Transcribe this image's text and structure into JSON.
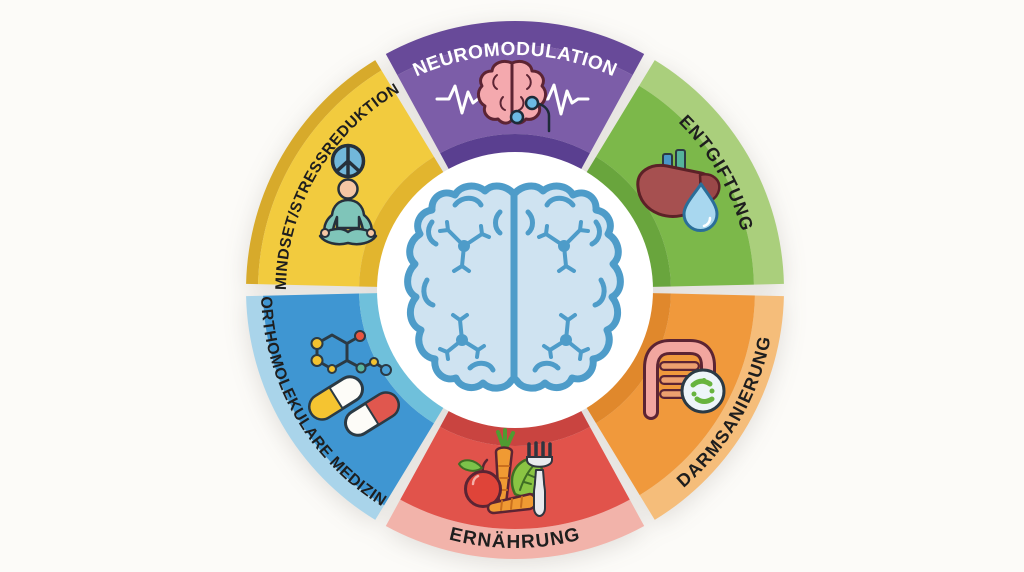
{
  "page": {
    "background": "#fcfbf8"
  },
  "diagram": {
    "type": "circular-segment-wheel",
    "center_icon": "brain-icon",
    "segments": [
      {
        "label": "NEUROMODULATION",
        "icon": "brain-stimulation-icon",
        "text_color": "#ffffff",
        "colors": {
          "outer": "#684a99",
          "main": "#7c5da8",
          "inner": "#5a3f90"
        },
        "angle_start": -30,
        "angle_end": 30,
        "text_dir": "cw",
        "text_radius": 235,
        "font_size": 19,
        "outer_band": 24
      },
      {
        "label": "ENTGIFTUNG",
        "icon": "liver-detox-icon",
        "text_color": "#1e1e1e",
        "colors": {
          "outer": "#aacf7c",
          "main": "#7cb84a",
          "inner": "#69a53d"
        },
        "angle_start": 30,
        "angle_end": 90,
        "text_dir": "cw",
        "text_radius": 234,
        "font_size": 18,
        "outer_band": 30
      },
      {
        "label": "DARMSANIERUNG",
        "icon": "gut-bacteria-icon",
        "text_color": "#1e1e1e",
        "colors": {
          "outer": "#f5bd7a",
          "main": "#f0993c",
          "inner": "#e0882c"
        },
        "angle_start": 90,
        "angle_end": 150,
        "text_dir": "ccw",
        "text_radius": 260,
        "font_size": 18,
        "outer_band": 29
      },
      {
        "label": "ERNÄHRUNG",
        "icon": "nutrition-icon",
        "text_color": "#1e1e1e",
        "colors": {
          "outer": "#f2b3aa",
          "main": "#e1534b",
          "inner": "#c94440"
        },
        "angle_start": 150,
        "angle_end": 210,
        "text_dir": "ccw",
        "text_radius": 258,
        "font_size": 19,
        "outer_band": 30
      },
      {
        "label": "ORTHOMOLEKULARE MEDIZIN",
        "icon": "molecule-pills-icon",
        "text_color": "#1e1e1e",
        "colors": {
          "outer": "#a9d4ea",
          "main": "#3f96d2",
          "inner": "#6fc0db"
        },
        "angle_start": 210,
        "angle_end": 270,
        "text_dir": "ccw",
        "text_radius": 254,
        "font_size": 16,
        "outer_band": 17
      },
      {
        "label": "MINDSET/STRESSREDUKTION",
        "icon": "meditation-icon",
        "text_color": "#1e1e1e",
        "colors": {
          "outer": "#d7aa2b",
          "main": "#f2cb3e",
          "inner": "#e2b52e"
        },
        "angle_start": 270,
        "angle_end": 330,
        "text_dir": "cw",
        "text_radius": 229,
        "font_size": 15.5,
        "outer_band": 12
      }
    ]
  }
}
